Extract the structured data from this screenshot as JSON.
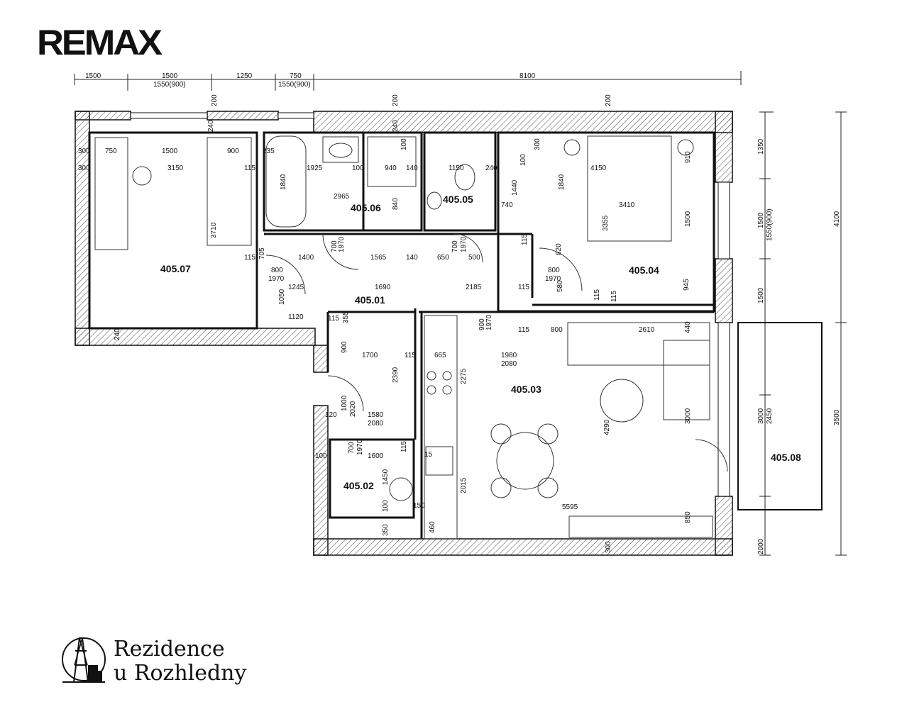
{
  "logo": {
    "text": "REMAX"
  },
  "brand": {
    "line1": "Rezidence",
    "line2": "u Rozhledny"
  },
  "rooms": [
    {
      "id": "405.01"
    },
    {
      "id": "405.02"
    },
    {
      "id": "405.03"
    },
    {
      "id": "405.04"
    },
    {
      "id": "405.05"
    },
    {
      "id": "405.06"
    },
    {
      "id": "405.07"
    },
    {
      "id": "405.08"
    }
  ],
  "top_dims": [
    "1500",
    "1500",
    "1250",
    "750",
    "8100",
    "1550(900)",
    "1550(900)",
    "200",
    "200",
    "200"
  ],
  "right_dims": [
    "1350",
    "1500",
    "1550(900)",
    "1500",
    "4100",
    "3000",
    "2450",
    "3500",
    "2000"
  ],
  "interior_dims": [
    "300",
    "750",
    "1500",
    "900",
    "235",
    "300",
    "3150",
    "115",
    "1925",
    "100",
    "940",
    "140",
    "1150",
    "240",
    "1840",
    "2965",
    "840",
    "1440",
    "740",
    "3410",
    "4150",
    "1840",
    "3355",
    "1500",
    "910",
    "3710",
    "115",
    "705",
    "1400",
    "700",
    "1970",
    "1565",
    "140",
    "650",
    "700",
    "1970",
    "500",
    "115",
    "820",
    "800",
    "1970",
    "800",
    "1970",
    "1245",
    "1690",
    "2185",
    "115",
    "580",
    "115",
    "115",
    "945",
    "1050",
    "1120",
    "115",
    "355",
    "900",
    "1970",
    "115",
    "800",
    "2610",
    "440",
    "900",
    "1700",
    "115",
    "665",
    "1980",
    "2080",
    "2390",
    "2275",
    "4290",
    "3000",
    "1000",
    "2020",
    "120",
    "1580",
    "2080",
    "100",
    "700",
    "1970",
    "1600",
    "115",
    "15",
    "1450",
    "2015",
    "5595",
    "100",
    "150",
    "350",
    "460",
    "850",
    "300",
    "240",
    "240",
    "240",
    "100",
    "300",
    "100"
  ]
}
